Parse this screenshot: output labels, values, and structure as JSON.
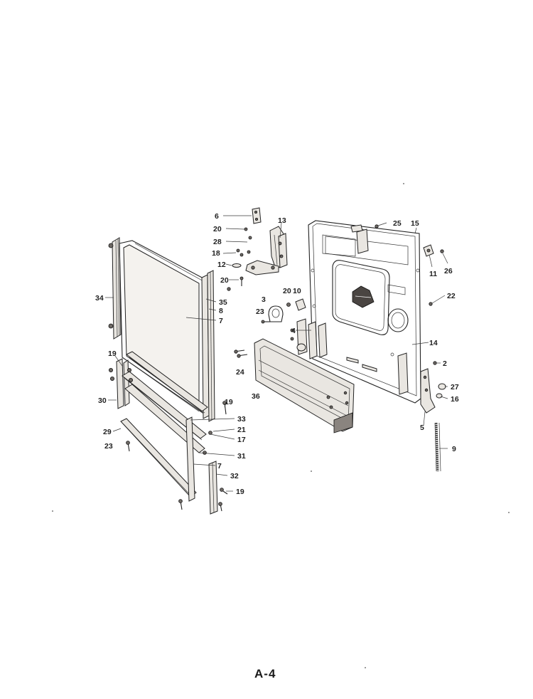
{
  "page_label": "A-4",
  "callouts": [
    "6",
    "13",
    "20",
    "28",
    "18",
    "12",
    "20",
    "25",
    "15",
    "11",
    "26",
    "20",
    "10",
    "3",
    "23",
    "4",
    "22",
    "14",
    "2",
    "27",
    "16",
    "24",
    "36",
    "5",
    "9",
    "34",
    "35",
    "8",
    "7",
    "19",
    "30",
    "19",
    "33",
    "21",
    "17",
    "29",
    "23",
    "31",
    "7",
    "32",
    "19"
  ]
}
